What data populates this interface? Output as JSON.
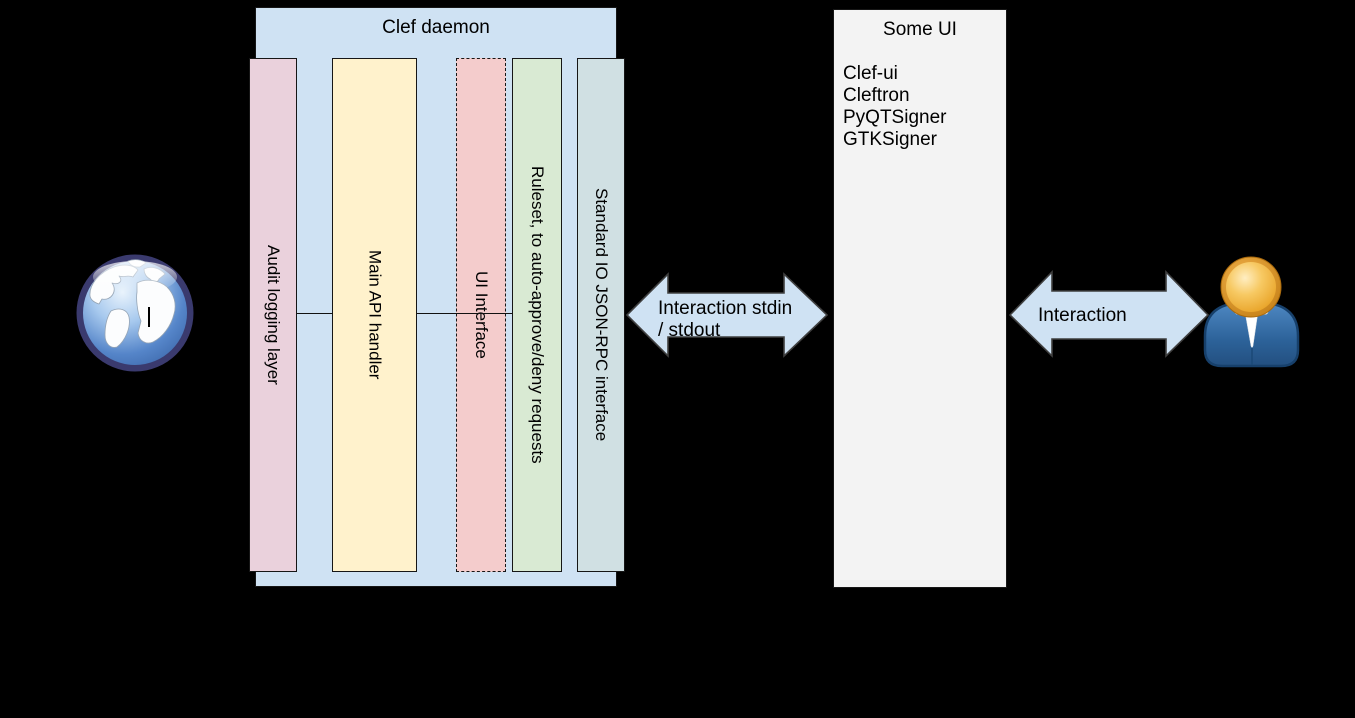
{
  "daemon": {
    "title": "Clef daemon",
    "bars": [
      {
        "label": "Audit logging layer"
      },
      {
        "label": "Main API handler"
      },
      {
        "label": "UI Interface"
      },
      {
        "label": "Ruleset, to auto-approve/deny requests"
      },
      {
        "label": "Standard IO JSON-RPC interface"
      }
    ]
  },
  "some_ui": {
    "title": "Some UI",
    "items": [
      {
        "label": "Clef-ui"
      },
      {
        "label": "Cleftron"
      },
      {
        "label": "PyQTSigner"
      },
      {
        "label": "GTKSigner"
      }
    ]
  },
  "arrows": {
    "stdio": {
      "line1": "Interaction stdin",
      "line2": "/ stdout"
    },
    "user": {
      "line1": "Interaction"
    }
  },
  "icons": {
    "globe": "globe-icon",
    "user": "user-icon"
  },
  "colors": {
    "background": "#000000",
    "daemon_fill": "#cfe2f3",
    "audit_fill": "#ead1dc",
    "api_fill": "#fff2cc",
    "ui_fill": "#f4cccc",
    "ruleset_fill": "#d9ead3",
    "stdio_fill": "#d0e0e3",
    "some_ui_fill": "#f3f3f3",
    "arrow_fill": "#cfe2f3",
    "border": "#161616"
  }
}
